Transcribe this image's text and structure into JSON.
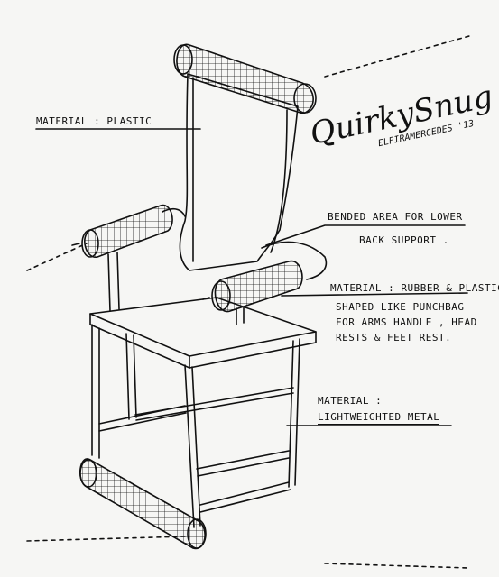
{
  "brand": {
    "name": "QuirkySnug",
    "signature": "ELFIRAMERCEDES '13"
  },
  "annotations": {
    "material_plastic": "MATERIAL : PLASTIC",
    "bended_line1": "BENDED AREA FOR LOWER",
    "bended_line2": "BACK SUPPORT .",
    "rubber_title": "MATERIAL : RUBBER & PLASTIC",
    "rubber_line1": "SHAPED LIKE PUNCHBAG",
    "rubber_line2": "FOR ARMS HANDLE , HEAD",
    "rubber_line3": "RESTS & FEET REST.",
    "metal_title": "MATERIAL :",
    "metal_value": "LIGHTWEIGHTED METAL"
  },
  "colors": {
    "ink": "#111111",
    "paper": "#f6f6f4"
  }
}
